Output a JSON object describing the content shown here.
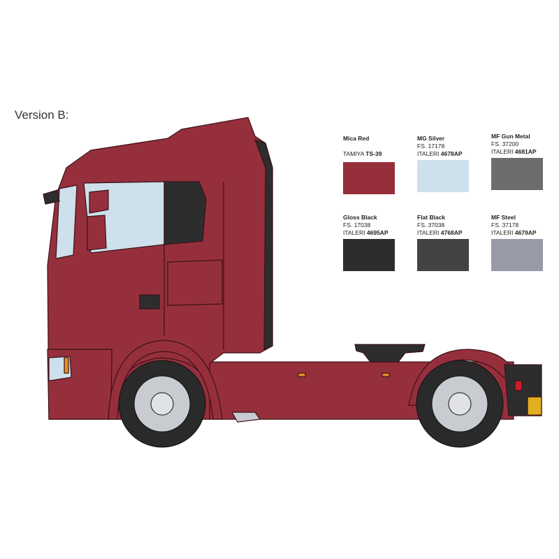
{
  "version_label": "Version B:",
  "swatches": [
    {
      "name": "Mica Red",
      "line1": "",
      "brand": "TAMIYA",
      "code": "TS-39",
      "color": "#962f3c"
    },
    {
      "name": "MG Silver",
      "line1": "FS. 17178",
      "brand": "ITALERI",
      "code": "4678AP",
      "color": "#cde0ec"
    },
    {
      "name": "MF Gun Metal",
      "line1": "FS. 37200",
      "brand": "ITALERI",
      "code": "4681AP",
      "color": "#6f6d6c"
    },
    {
      "name": "Gloss Black",
      "line1": "FS. 17038",
      "brand": "ITALERI",
      "code": "4695AP",
      "color": "#2e2d2e"
    },
    {
      "name": "Flat Black",
      "line1": "FS. 37038",
      "brand": "ITALERI",
      "code": "4768AP",
      "color": "#444343"
    },
    {
      "name": "MF Steel",
      "line1": "FS. 37178",
      "brand": "ITALERI",
      "code": "4679AP",
      "color": "#979aa7"
    }
  ],
  "truck_color": "#962f3c"
}
